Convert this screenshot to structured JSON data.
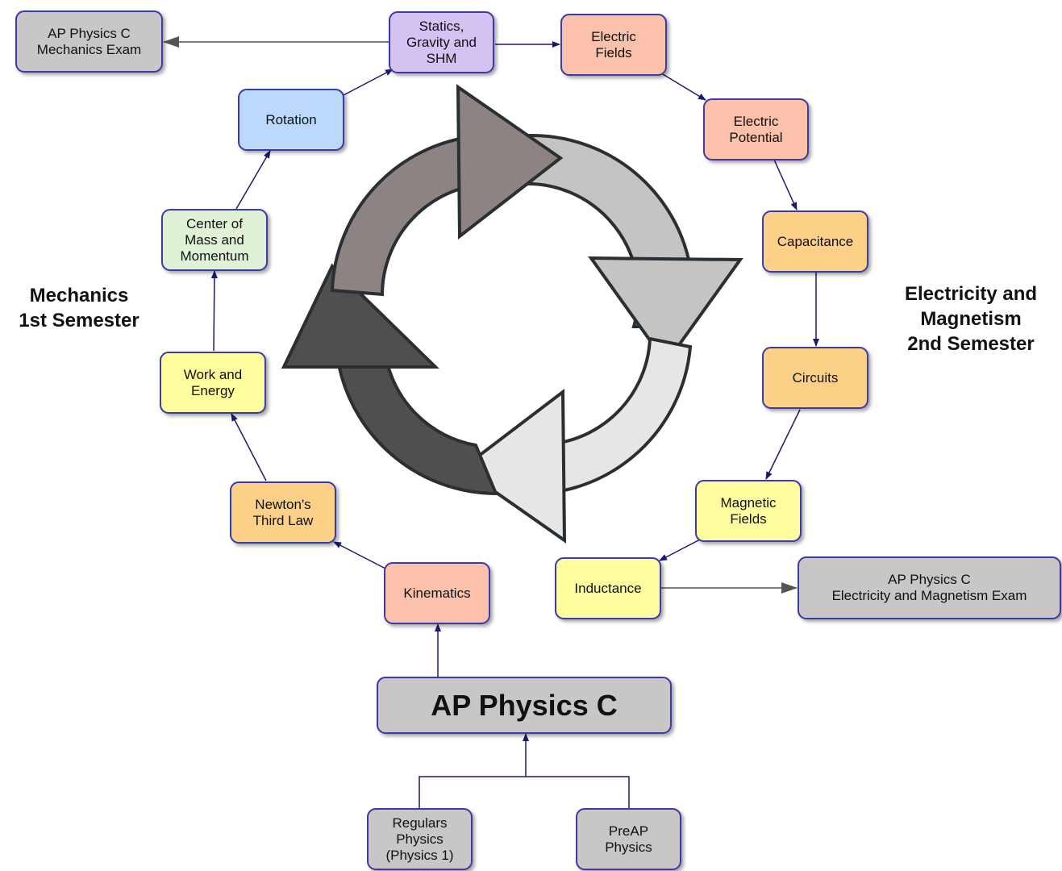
{
  "nodes": {
    "statics": "Statics,\nGravity and\nSHM",
    "mech_exam": "AP Physics C\nMechanics Exam",
    "electric_fields": "Electric\nFields",
    "electric_potential": "Electric\nPotential",
    "capacitance": "Capacitance",
    "circuits": "Circuits",
    "magnetic_fields": "Magnetic\nFields",
    "inductance": "Inductance",
    "em_exam": "AP Physics C\nElectricity and Magnetism Exam",
    "rotation": "Rotation",
    "center_of_mass": "Center of\nMass and\nMomentum",
    "work_energy": "Work and\nEnergy",
    "newtons_third": "Newton's\nThird Law",
    "kinematics": "Kinematics",
    "ap_physics_c": "AP Physics C",
    "regulars": "Regulars\nPhysics\n(Physics 1)",
    "preap": "PreAP\nPhysics"
  },
  "headings": {
    "mechanics": "Mechanics\n1st Semester",
    "em": "Electricity and\nMagnetism\n2nd Semester"
  },
  "colors": {
    "border": "#3a3aa8",
    "gray": "#c9c6c6",
    "purple": "#d4c2f2",
    "salmon": "#fbc1aa",
    "orange": "#fdd088",
    "yellow": "#fdfd9e",
    "blue": "#bcd9fb",
    "green": "#e0f2d6",
    "connector": "#1a1a70",
    "exam_connector": "#555555",
    "cycle_dark": "#4f4f4f",
    "cycle_medium_dark": "#8e8383",
    "cycle_medium": "#c6c3c3",
    "cycle_light": "#e6e6e6"
  }
}
